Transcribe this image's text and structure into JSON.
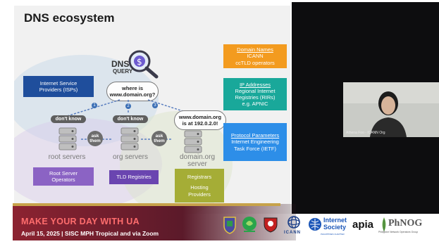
{
  "slide": {
    "title": "DNS ecosystem",
    "query_label": "DNS",
    "query_sub": "QUERY",
    "question": [
      "where is",
      "www.domain.org?"
    ],
    "answer": [
      "www.domain.org",
      "is at 192.0.2.0!"
    ],
    "dont_know_1": "don't know",
    "dont_know_2": "don't know",
    "ask_1": [
      "ask",
      "them"
    ],
    "ask_2": [
      "ask",
      "them"
    ],
    "steps": [
      "1",
      "2",
      "3"
    ],
    "servers": [
      {
        "label": "root servers"
      },
      {
        "label": "org servers"
      },
      {
        "label": [
          "domain.org",
          "server"
        ]
      }
    ],
    "isp_box": [
      "Internet Service",
      "Providers (ISPs)"
    ],
    "root_box": [
      "Root Server",
      "Operators"
    ],
    "tld_box": "TLD Registries",
    "registrar_box": [
      "Registrars",
      "",
      "Hosting",
      "Providers"
    ],
    "domain_names_box": {
      "heading": "Domain Names",
      "lines": [
        "ICANN",
        "ccTLD operators"
      ]
    },
    "ip_box": {
      "heading": "IP Addresses",
      "lines": [
        "Regional Internet",
        "Registries (RIRs)",
        "e.g. APNIC"
      ]
    },
    "protocol_box": {
      "heading": "Protocol Parameters",
      "lines": [
        "Internet Engineering",
        "Task Force (IETF)"
      ]
    }
  },
  "webcam": {
    "name_label": "Athena Foo - ICANN Org"
  },
  "banner": {
    "title": "MAKE YOUR DAY WITH UA",
    "subtitle": "April 15, 2025 | SISC MPH Tropical and via Zoom"
  },
  "logos": {
    "icann": "ICANN",
    "isoc_1": "Internet",
    "isoc_2": "Society",
    "isoc_3": "PHILIPPINES CHAPTER",
    "apia": "apia",
    "phnog": "PhNOG",
    "phnog_sub": "Philippine Network Operators Group"
  },
  "colors": {
    "isp_blue": "#1f4e9c",
    "root_purple": "#8b63c4",
    "tld_purple": "#6a45b0",
    "registrar_olive": "#a5ad36",
    "orange": "#f39b1f",
    "teal": "#19a89a",
    "sky": "#2d8ee8",
    "banner_red": "#ff6d6d"
  }
}
